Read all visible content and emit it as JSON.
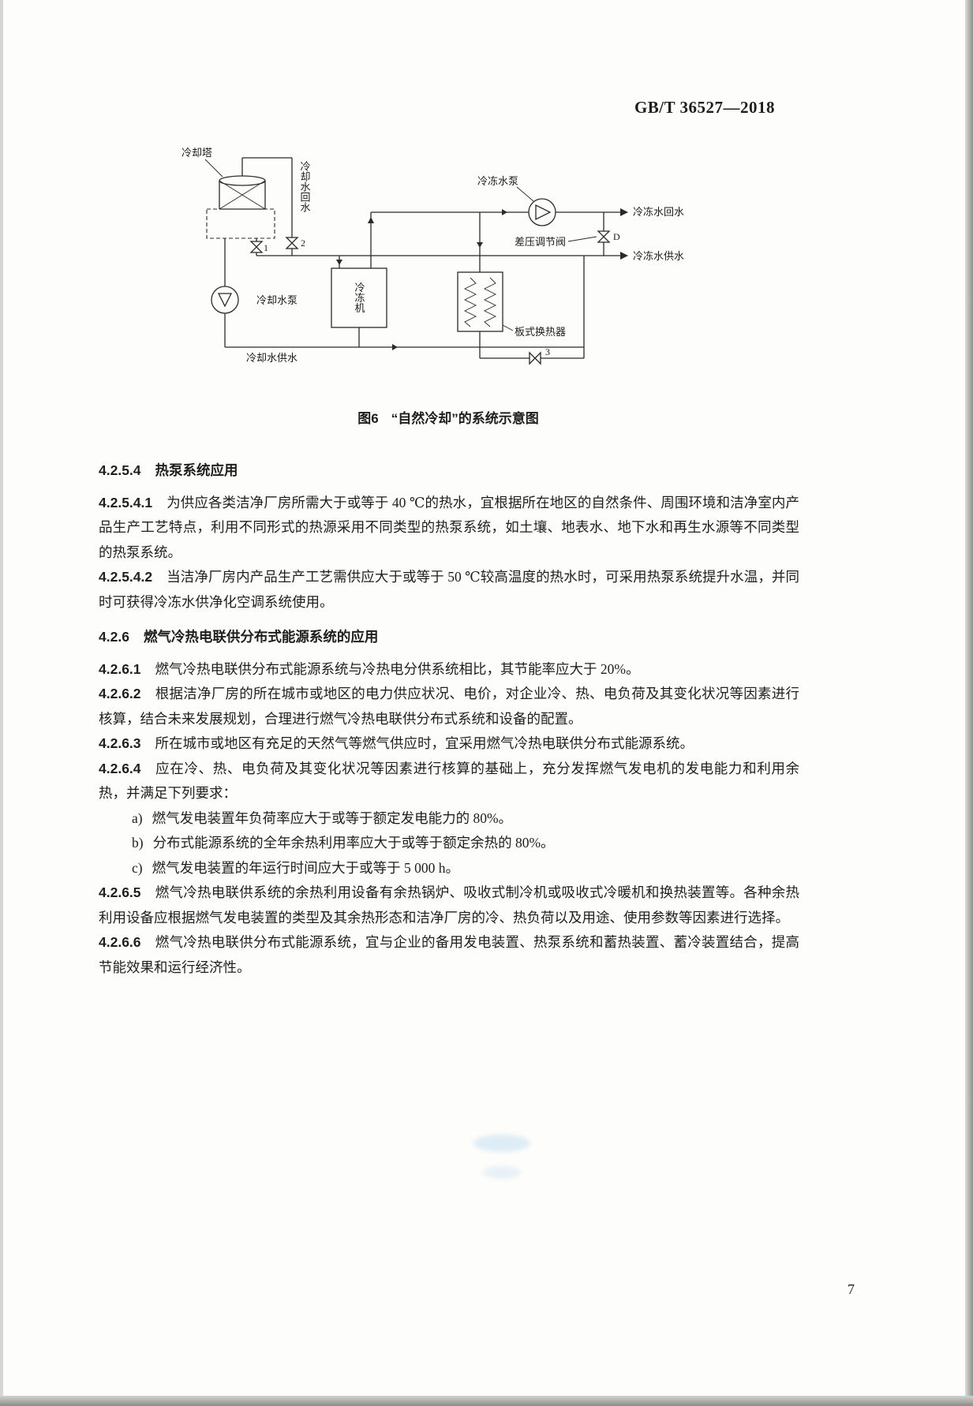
{
  "header": {
    "standard_number": "GB/T 36527—2018"
  },
  "figure": {
    "number": "图6",
    "title": "“自然冷却”的系统示意图",
    "labels": {
      "cooling_tower": "冷却塔",
      "cooling_water_return_vertical": "冷却水回水",
      "chilled_water_pump": "冷冻水泵",
      "chilled_water_return": "冷冻水回水",
      "differential_pressure_valve": "差压调节阀",
      "chilled_water_supply": "冷冻水供水",
      "chiller": "冷冻机",
      "plate_heat_exchanger": "板式换热器",
      "cooling_water_pump": "冷却水泵",
      "cooling_water_supply": "冷却水供水",
      "valve_1": "1",
      "valve_2": "2",
      "valve_3": "3",
      "valve_d": "D"
    }
  },
  "clauses": [
    {
      "kind": "h",
      "num": "4.2.5.4",
      "text": "热泵系统应用"
    },
    {
      "kind": "p",
      "num": "4.2.5.4.1",
      "text": "为供应各类洁净厂房所需大于或等于 40 ℃的热水，宜根据所在地区的自然条件、周围环境和洁净室内产品生产工艺特点，利用不同形式的热源采用不同类型的热泵系统，如土壤、地表水、地下水和再生水源等不同类型的热泵系统。"
    },
    {
      "kind": "p",
      "num": "4.2.5.4.2",
      "text": "当洁净厂房内产品生产工艺需供应大于或等于 50 ℃较高温度的热水时，可采用热泵系统提升水温，并同时可获得冷冻水供净化空调系统使用。"
    },
    {
      "kind": "h",
      "num": "4.2.6",
      "text": "燃气冷热电联供分布式能源系统的应用"
    },
    {
      "kind": "p",
      "num": "4.2.6.1",
      "text": "燃气冷热电联供分布式能源系统与冷热电分供系统相比，其节能率应大于 20%。"
    },
    {
      "kind": "p",
      "num": "4.2.6.2",
      "text": "根据洁净厂房的所在城市或地区的电力供应状况、电价，对企业冷、热、电负荷及其变化状况等因素进行核算，结合未来发展规划，合理进行燃气冷热电联供分布式系统和设备的配置。"
    },
    {
      "kind": "p",
      "num": "4.2.6.3",
      "text": "所在城市或地区有充足的天然气等燃气供应时，宜采用燃气冷热电联供分布式能源系统。"
    },
    {
      "kind": "p",
      "num": "4.2.6.4",
      "text": "应在冷、热、电负荷及其变化状况等因素进行核算的基础上，充分发挥燃气发电机的发电能力和利用余热，并满足下列要求："
    },
    {
      "kind": "li",
      "num": "a)",
      "text": "燃气发电装置年负荷率应大于或等于额定发电能力的 80%。"
    },
    {
      "kind": "li",
      "num": "b)",
      "text": "分布式能源系统的全年余热利用率应大于或等于额定余热的 80%。"
    },
    {
      "kind": "li",
      "num": "c)",
      "text": "燃气发电装置的年运行时间应大于或等于 5 000 h。"
    },
    {
      "kind": "p",
      "num": "4.2.6.5",
      "text": "燃气冷热电联供系统的余热利用设备有余热锅炉、吸收式制冷机或吸收式冷暖机和换热装置等。各种余热利用设备应根据燃气发电装置的类型及其余热形态和洁净厂房的冷、热负荷以及用途、使用参数等因素进行选择。"
    },
    {
      "kind": "p",
      "num": "4.2.6.6",
      "text": "燃气冷热电联供分布式能源系统，宜与企业的备用发电装置、热泵系统和蓄热装置、蓄冷装置结合，提高节能效果和运行经济性。"
    }
  ],
  "footer": {
    "page_number": "7"
  }
}
